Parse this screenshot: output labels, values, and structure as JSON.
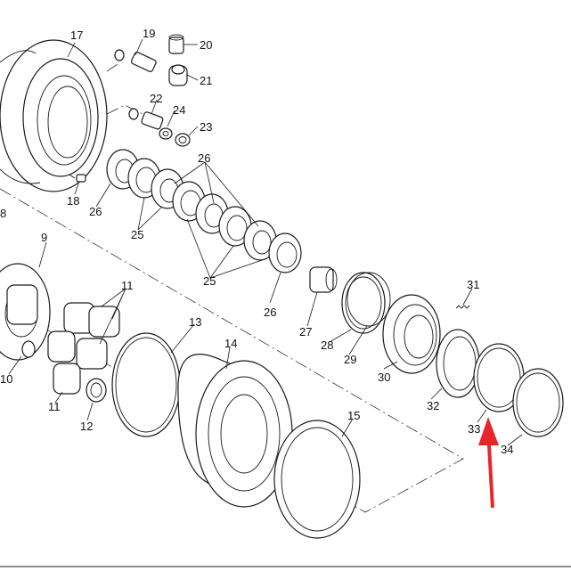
{
  "diagram": {
    "callouts": [
      "17",
      "19",
      "20",
      "21",
      "22",
      "24",
      "23",
      "26",
      "18",
      "26",
      "25",
      "8",
      "9",
      "11",
      "25",
      "26",
      "27",
      "28",
      "29",
      "31",
      "30",
      "13",
      "14",
      "10",
      "32",
      "33",
      "34",
      "11",
      "12",
      "15"
    ],
    "arrow_color": "#e8262a",
    "line_color": "#1a1a1a"
  }
}
